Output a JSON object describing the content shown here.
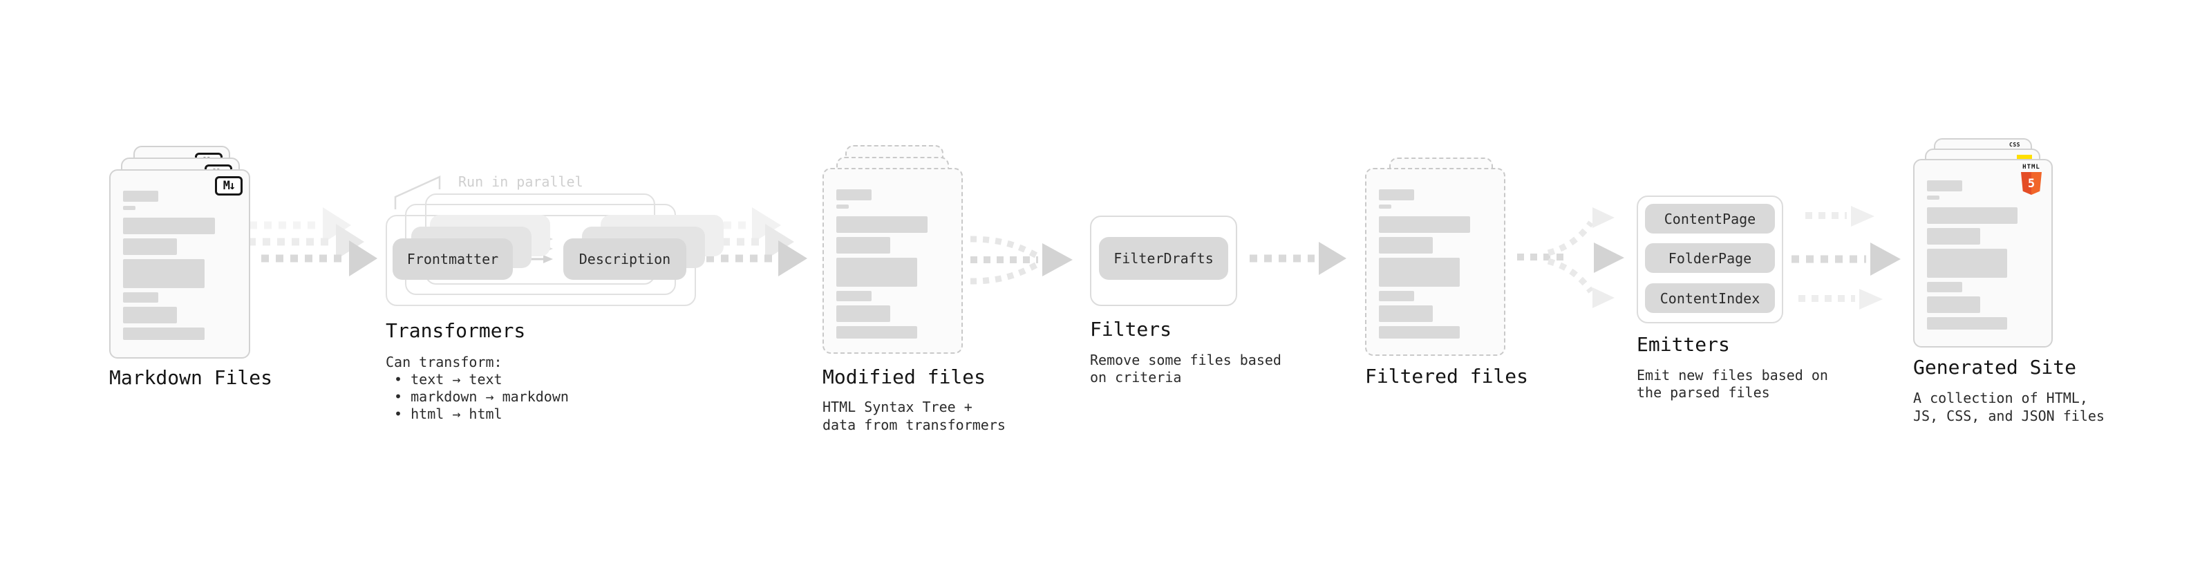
{
  "diagram": {
    "name": "static-site-generation-pipeline"
  },
  "colors": {
    "html5_orange": "#e44d26",
    "html5_orange_light": "#f16529",
    "js_yellow": "#ffdf00",
    "css_blue": "#2b5ce6"
  },
  "sections": {
    "markdown_files": {
      "title": "Markdown Files",
      "badge": "M↓"
    },
    "transformers": {
      "title": "Transformers",
      "annotation": "Run in parallel",
      "pills": [
        "Frontmatter",
        "Description"
      ],
      "description": "Can transform:\n • text → text\n • markdown → markdown\n • html → html"
    },
    "modified_files": {
      "title": "Modified files",
      "description": "HTML Syntax Tree +\ndata from transformers"
    },
    "filters": {
      "title": "Filters",
      "pills": [
        "FilterDrafts"
      ],
      "description": "Remove some files based\non criteria"
    },
    "filtered_files": {
      "title": "Filtered files"
    },
    "emitters": {
      "title": "Emitters",
      "pills": [
        "ContentPage",
        "FolderPage",
        "ContentIndex"
      ],
      "description": "Emit new files based on\nthe parsed files"
    },
    "generated_site": {
      "title": "Generated Site",
      "description": "A collection of HTML,\nJS, CSS, and JSON files",
      "badges": {
        "html_label": "HTML",
        "html_number": "5",
        "css_label": "CSS"
      }
    }
  }
}
